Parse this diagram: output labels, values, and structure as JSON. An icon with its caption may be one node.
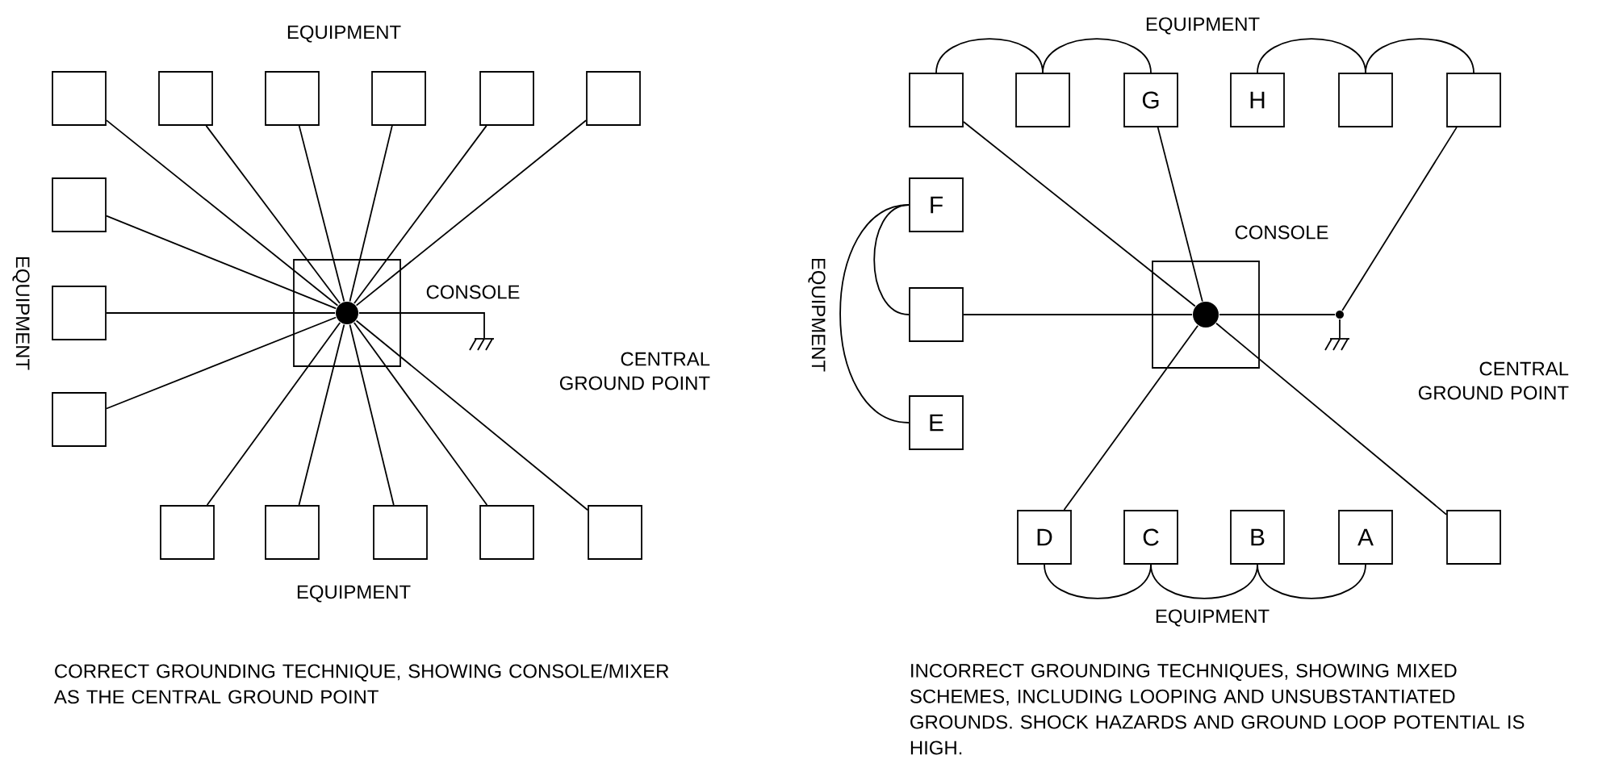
{
  "diagram": {
    "nodes": [
      {
        "text": [
          "CONSOLE"
        ]
      },
      {
        "text": [],
        "shape": "circle",
        "in": 0
      },
      {
        "text": [],
        "shape": "ground",
        "beside": [
          "CENTRAL GROUND POINT"
        ]
      },
      {
        "text": [],
        "shape": "box"
      },
      {
        "text": [],
        "shape": "box"
      },
      {
        "text": [],
        "shape": "box"
      },
      {
        "text": [],
        "shape": "box"
      },
      {
        "text": [],
        "shape": "box"
      },
      {
        "text": [],
        "shape": "box"
      },
      {
        "text": [],
        "shape": "box"
      },
      {
        "text": [],
        "shape": "box"
      },
      {
        "text": [],
        "shape": "box"
      },
      {
        "text": [],
        "shape": "box"
      },
      {
        "text": [],
        "shape": "box"
      },
      {
        "text": [],
        "shape": "box"
      },
      {
        "text": [],
        "shape": "box"
      },
      {
        "text": [],
        "shape": "box"
      },
      {
        "text": [
          "CONSOLE"
        ]
      },
      {
        "text": [],
        "shape": "circle",
        "in": 17
      },
      {
        "text": [],
        "shape": "circle"
      },
      {
        "text": [],
        "shape": "ground",
        "beside": [
          "CENTRAL GROUND POINT"
        ]
      },
      {
        "text": [],
        "shape": "box"
      },
      {
        "text": [],
        "shape": "box"
      },
      {
        "text": [
          "G"
        ]
      },
      {
        "text": [
          "H"
        ]
      },
      {
        "text": [],
        "shape": "box"
      },
      {
        "text": [],
        "shape": "box"
      },
      {
        "text": [
          "F"
        ]
      },
      {
        "text": [],
        "shape": "box"
      },
      {
        "text": [
          "E"
        ]
      },
      {
        "text": [
          "D"
        ]
      },
      {
        "text": [
          "C"
        ]
      },
      {
        "text": [
          "B"
        ]
      },
      {
        "text": [
          "A"
        ]
      },
      {
        "text": [],
        "shape": "box"
      }
    ],
    "edges": [
      {
        "from": 3,
        "to": 1,
        "arrow": "none"
      },
      {
        "from": 4,
        "to": 1,
        "arrow": "none"
      },
      {
        "from": 5,
        "to": 1,
        "arrow": "none"
      },
      {
        "from": 6,
        "to": 1,
        "arrow": "none"
      },
      {
        "from": 7,
        "to": 1,
        "arrow": "none"
      },
      {
        "from": 8,
        "to": 1,
        "arrow": "none"
      },
      {
        "from": 9,
        "to": 1,
        "arrow": "none"
      },
      {
        "from": 10,
        "to": 1,
        "arrow": "none"
      },
      {
        "from": 11,
        "to": 1,
        "arrow": "none"
      },
      {
        "from": 12,
        "to": 1,
        "arrow": "none"
      },
      {
        "from": 13,
        "to": 1,
        "arrow": "none"
      },
      {
        "from": 14,
        "to": 1,
        "arrow": "none"
      },
      {
        "from": 15,
        "to": 1,
        "arrow": "none"
      },
      {
        "from": 16,
        "to": 1,
        "arrow": "none"
      },
      {
        "from": 1,
        "to": 2,
        "arrow": "none"
      },
      {
        "from": 21,
        "to": 18,
        "arrow": "none"
      },
      {
        "from": 23,
        "to": 18,
        "arrow": "none"
      },
      {
        "from": 28,
        "to": 18,
        "arrow": "none"
      },
      {
        "from": 30,
        "to": 18,
        "arrow": "none"
      },
      {
        "from": 18,
        "to": 34,
        "arrow": "none"
      },
      {
        "from": 18,
        "to": 19,
        "arrow": "none"
      },
      {
        "from": 26,
        "to": 19,
        "arrow": "none"
      },
      {
        "from": 19,
        "to": 20,
        "arrow": "none"
      },
      {
        "from": 21,
        "to": 22,
        "arrow": "none"
      },
      {
        "from": 22,
        "to": 23,
        "arrow": "none"
      },
      {
        "from": 24,
        "to": 25,
        "arrow": "none"
      },
      {
        "from": 25,
        "to": 26,
        "arrow": "none"
      },
      {
        "from": 27,
        "to": 28,
        "arrow": "none"
      },
      {
        "from": 27,
        "to": 29,
        "arrow": "none"
      },
      {
        "from": 30,
        "to": 31,
        "arrow": "none"
      },
      {
        "from": 31,
        "to": 32,
        "arrow": "none"
      },
      {
        "from": 32,
        "to": 33,
        "arrow": "none"
      }
    ],
    "labels": [
      "EQUIPMENT",
      "EQUIPMENT",
      "EQUIPMENT",
      "CORRECT GROUNDING TECHNIQUE, SHOWING CONSOLE/MIXER AS THE CENTRAL GROUND POINT",
      "EQUIPMENT",
      "EQUIPMENT",
      "EQUIPMENT",
      "INCORRECT GROUNDING TECHNIQUES, SHOWING MIXED SCHEMES, INCLUDING LOOPING AND UNSUBSTANTIATED GROUNDS. SHOCK HAZARDS AND GROUND LOOP POTENTIAL IS HIGH."
    ]
  }
}
